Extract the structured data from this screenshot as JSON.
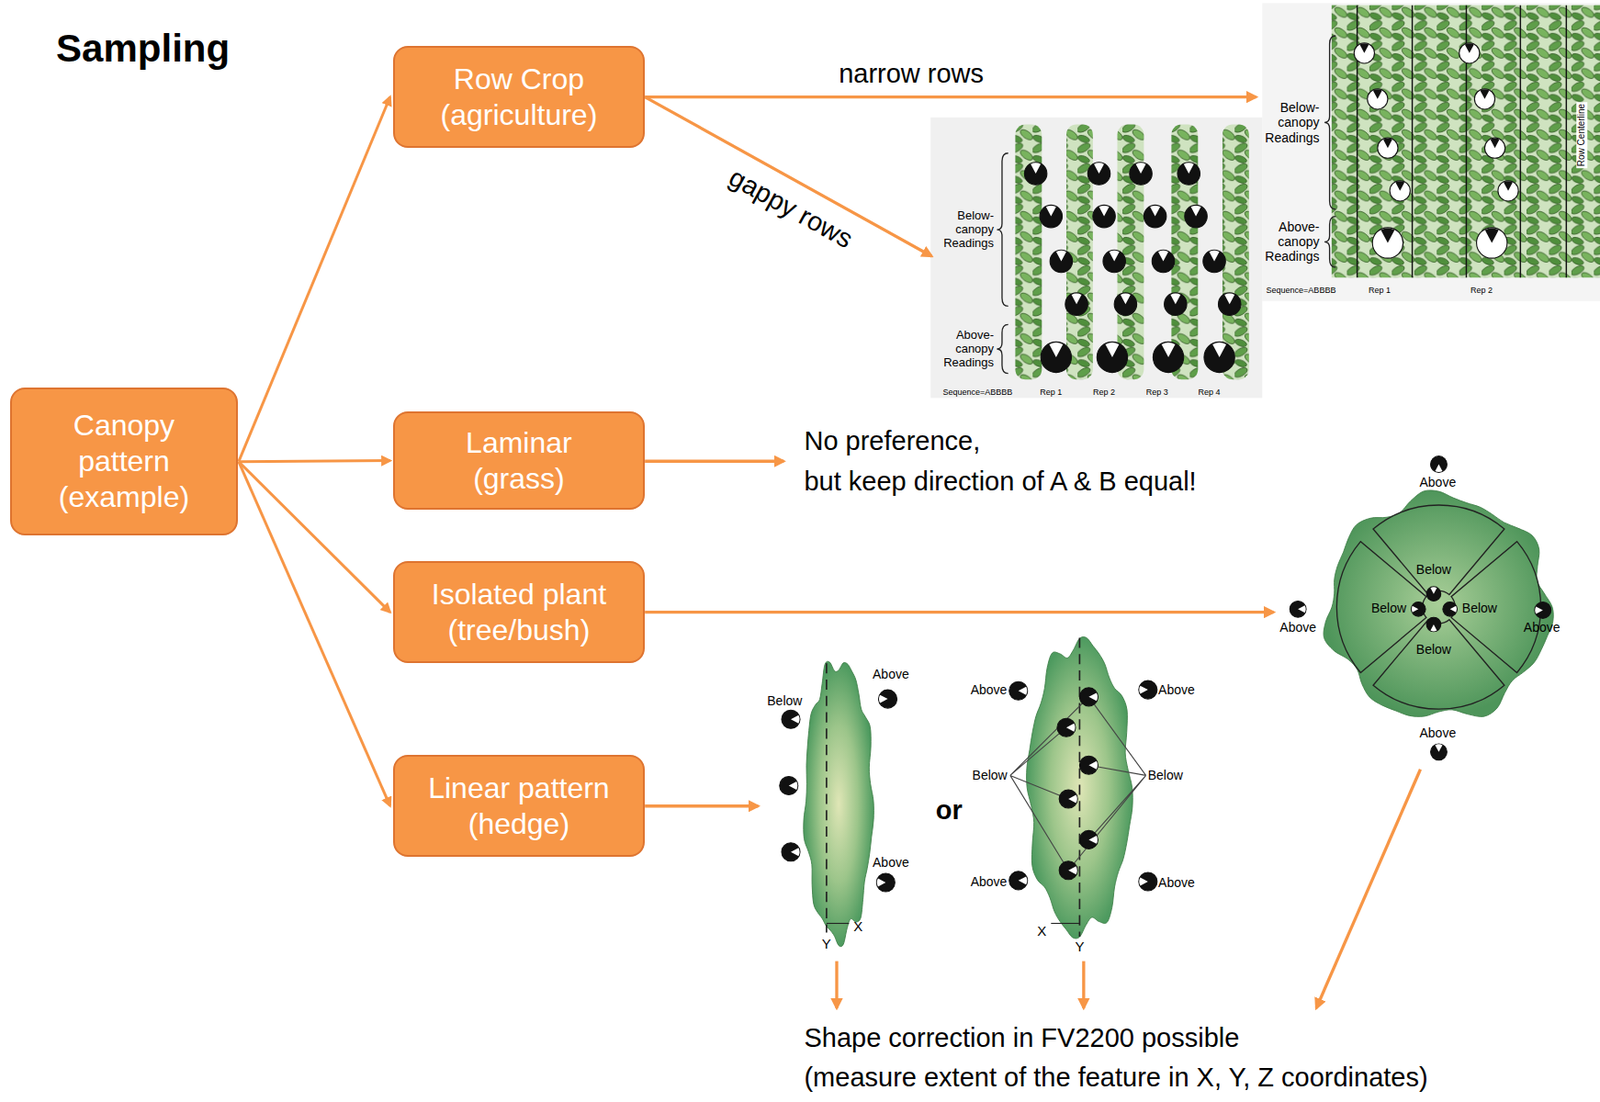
{
  "diagram": {
    "title": "Sampling",
    "nodes": [
      {
        "text": [
          "Canopy pattern (example)"
        ]
      },
      {
        "text": [
          "Row Crop (agriculture)"
        ]
      },
      {
        "text": [
          "Laminar (grass)"
        ]
      },
      {
        "text": [
          "Isolated plant (tree/bush)"
        ]
      },
      {
        "text": [
          "Linear pattern (hedge)"
        ]
      }
    ],
    "edges": [
      {
        "from": 0,
        "to": 1,
        "arrow": "to"
      },
      {
        "from": 0,
        "to": 2,
        "arrow": "to"
      },
      {
        "from": 0,
        "to": 3,
        "arrow": "to"
      },
      {
        "from": 0,
        "to": 4,
        "arrow": "to"
      }
    ],
    "labels": [
      "narrow rows",
      "gappy rows",
      "No preference,",
      "but keep direction of A & B equal!",
      "or",
      "Shape correction in FV2200 possible",
      "(measure extent of the feature in X, Y, Z coordinates)",
      "Below-canopy Readings",
      "Above-canopy Readings",
      "Sequence=ABBBB",
      "Rep 1",
      "Rep 2",
      "Row Centerline",
      "Below-canopy Readings",
      "Above-canopy Readings",
      "Sequence=ABBBB",
      "Rep 1",
      "Rep 2",
      "Rep 3",
      "Rep 4",
      "Above",
      "Above",
      "Below",
      "Below",
      "Below",
      "Below",
      "Above",
      "Above",
      "Above",
      "Below",
      "Above",
      "X",
      "Y",
      "Above",
      "Above",
      "Below",
      "Below",
      "Above",
      "Above",
      "X",
      "Y"
    ]
  }
}
